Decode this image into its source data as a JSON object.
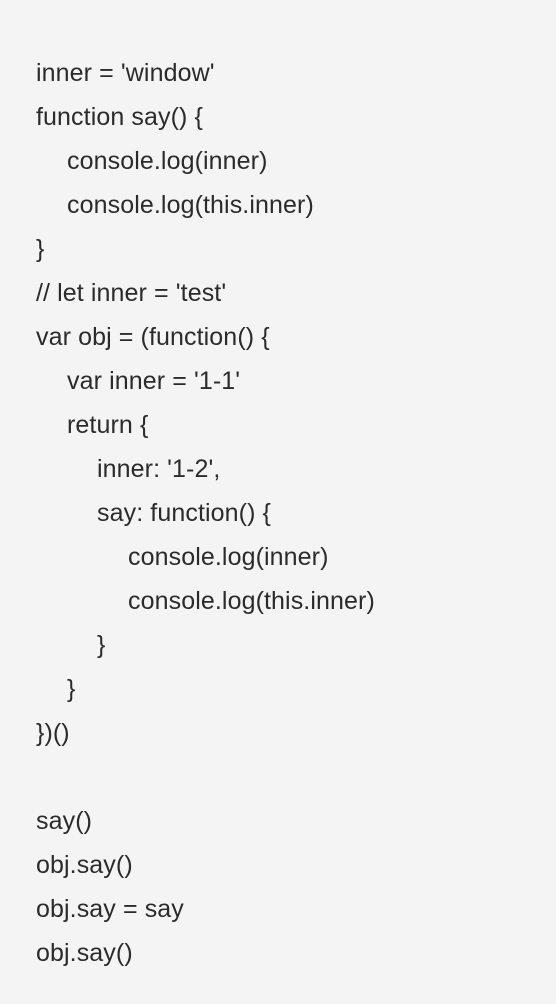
{
  "code": {
    "lines": [
      {
        "text": "inner = 'window'",
        "indent": 0
      },
      {
        "text": "function say() {",
        "indent": 0
      },
      {
        "text": "console.log(inner)",
        "indent": 1
      },
      {
        "text": "console.log(this.inner)",
        "indent": 1
      },
      {
        "text": "}",
        "indent": 0
      },
      {
        "text": "// let inner = 'test'",
        "indent": 0
      },
      {
        "text": "var obj = (function() {",
        "indent": 0
      },
      {
        "text": "var inner = '1-1'",
        "indent": 1
      },
      {
        "text": "return {",
        "indent": 1
      },
      {
        "text": "inner: '1-2',",
        "indent": 2
      },
      {
        "text": "say: function() {",
        "indent": 2
      },
      {
        "text": "console.log(inner)",
        "indent": 3
      },
      {
        "text": "console.log(this.inner)",
        "indent": 3
      },
      {
        "text": "}",
        "indent": 2
      },
      {
        "text": "}",
        "indent": 1
      },
      {
        "text": "})()",
        "indent": 0
      },
      {
        "text": "",
        "indent": 0
      },
      {
        "text": "say()",
        "indent": 0
      },
      {
        "text": "obj.say()",
        "indent": 0
      },
      {
        "text": "obj.say = say",
        "indent": 0
      },
      {
        "text": "obj.say()",
        "indent": 0
      }
    ]
  }
}
